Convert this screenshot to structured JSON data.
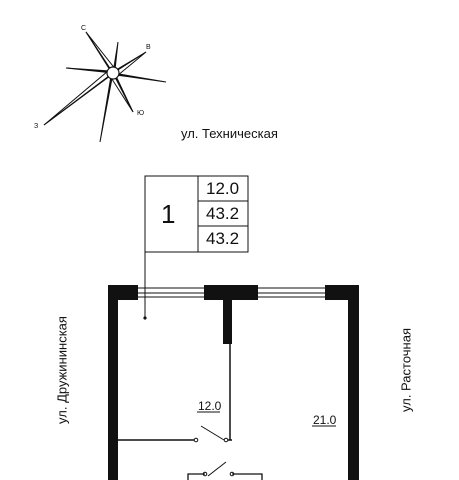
{
  "streets": {
    "top": "ул. Техническая",
    "left": "ул. Дружининская",
    "right": "ул. Расточная"
  },
  "card": {
    "number": "1",
    "values": [
      "12.0",
      "43.2",
      "43.2"
    ]
  },
  "rooms": [
    {
      "area": "12.0"
    },
    {
      "area": "21.0"
    }
  ],
  "compass": {
    "n": "С",
    "e": "В",
    "s": "Ю",
    "w": "З"
  },
  "colors": {
    "wall": "#111111",
    "line": "#111111",
    "background": "#ffffff"
  }
}
